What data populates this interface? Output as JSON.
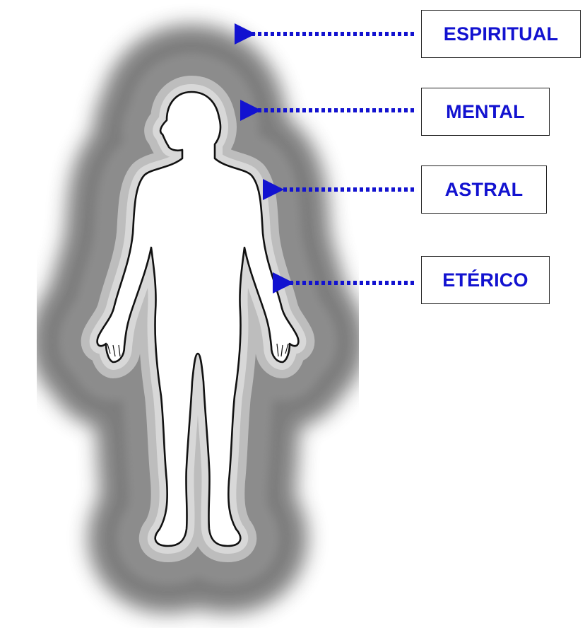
{
  "diagram": {
    "text_color": "#1212d0",
    "arrow_color": "#1212d0",
    "aura_colors": {
      "outer": "#7a7a7a",
      "middle": "#8e8e8e",
      "inner": "#bdbdbd",
      "body_fill": "#ffffff",
      "body_outline": "#111111"
    },
    "labels": [
      {
        "id": "espiritual",
        "text": "ESPIRITUAL"
      },
      {
        "id": "mental",
        "text": "MENTAL"
      },
      {
        "id": "astral",
        "text": "ASTRAL"
      },
      {
        "id": "eterico",
        "text": "ETÉRICO"
      }
    ]
  }
}
